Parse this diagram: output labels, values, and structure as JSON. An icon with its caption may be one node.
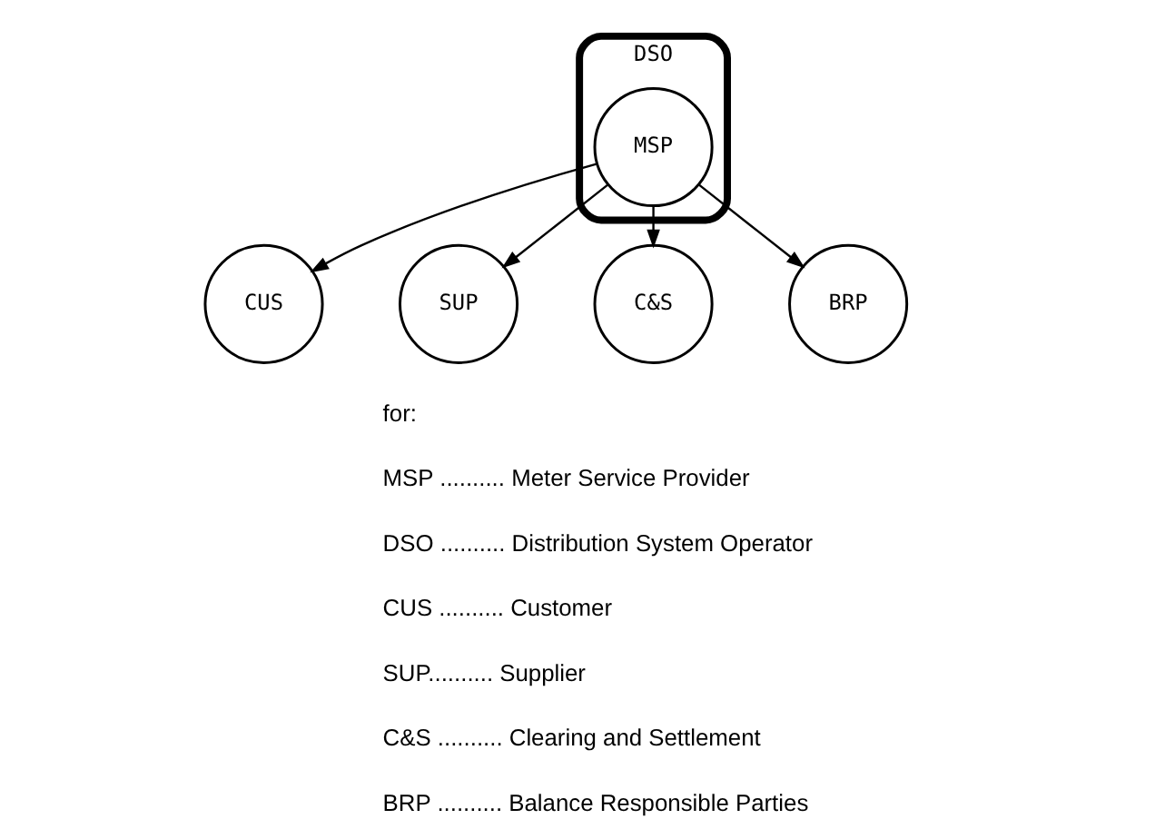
{
  "diagram": {
    "nodes": [
      {
        "text": [
          "DSO"
        ]
      },
      {
        "text": [
          "MSP"
        ],
        "in": 0
      },
      {
        "text": [
          "CUS"
        ]
      },
      {
        "text": [
          "SUP"
        ]
      },
      {
        "text": [
          "C&S"
        ]
      },
      {
        "text": [
          "BRP"
        ]
      }
    ],
    "edges": [
      {
        "from": 1,
        "to": 2,
        "arrow": "to"
      },
      {
        "from": 1,
        "to": 3,
        "arrow": "to"
      },
      {
        "from": 1,
        "to": 4,
        "arrow": "to"
      },
      {
        "from": 1,
        "to": 5,
        "arrow": "to"
      }
    ],
    "labels": [
      "for:",
      "MSP .......... Meter Service Provider",
      "DSO .......... Distribution System Operator",
      "CUS .......... Customer",
      "SUP.......... Supplier",
      "C&S .......... Clearing and Settlement",
      "BRP .......... Balance Responsible Parties"
    ]
  }
}
